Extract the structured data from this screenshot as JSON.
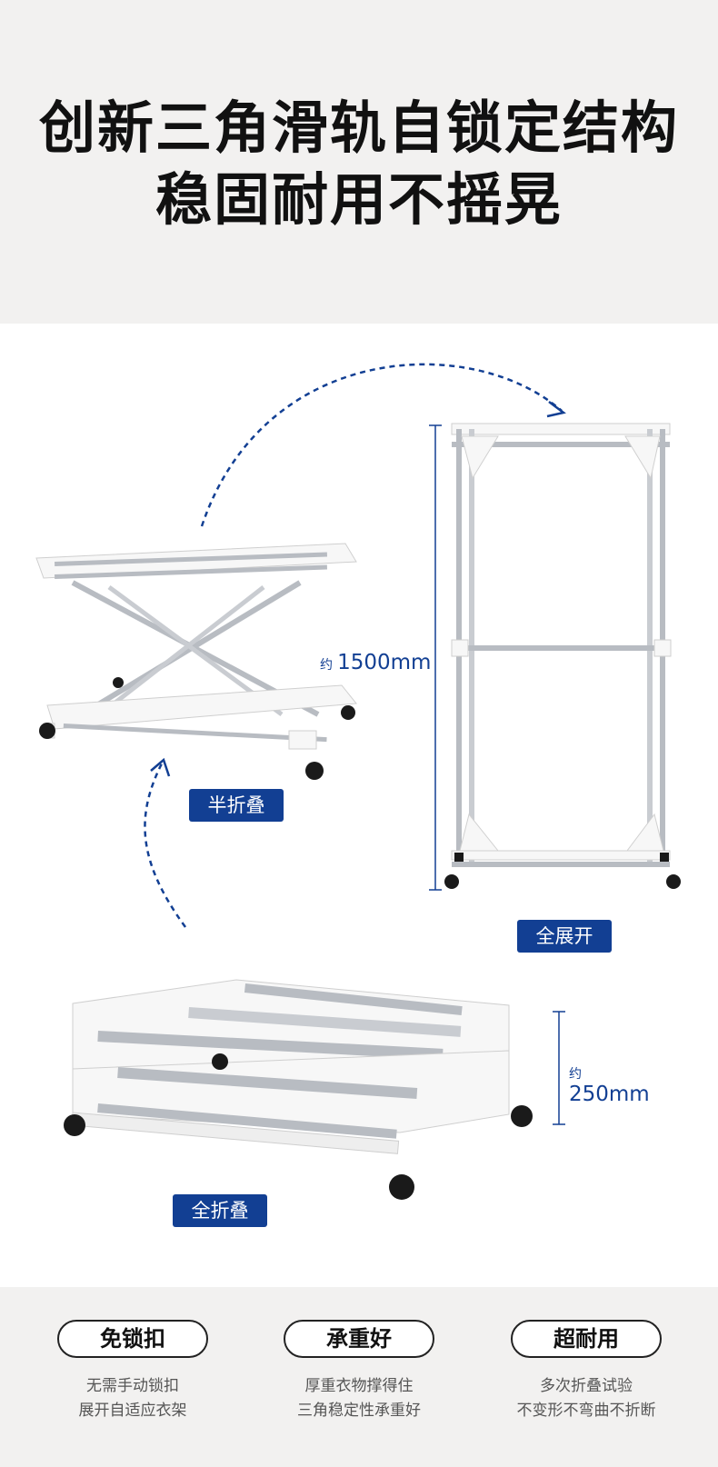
{
  "headline": {
    "line1": "创新三角滑轨自锁定结构",
    "line2": "稳固耐用不摇晃"
  },
  "labels": {
    "half_fold": "半折叠",
    "full_open": "全展开",
    "full_fold": "全折叠"
  },
  "dimensions": {
    "height_open": {
      "prefix": "约",
      "value": "1500mm"
    },
    "height_folded": {
      "prefix": "约",
      "value": "250mm"
    }
  },
  "features": [
    {
      "title": "免锁扣",
      "line1": "无需手动锁扣",
      "line2": "展开自适应衣架"
    },
    {
      "title": "承重好",
      "line1": "厚重衣物撑得住",
      "line2": "三角稳定性承重好"
    },
    {
      "title": "超耐用",
      "line1": "多次折叠试验",
      "line2": "不变形不弯曲不折断"
    }
  ],
  "colors": {
    "accent": "#123f93",
    "header_bg": "#f2f1f0",
    "metal": "#b8bcc2",
    "plastic": "#f7f7f7",
    "wheel": "#1a1a1a"
  }
}
